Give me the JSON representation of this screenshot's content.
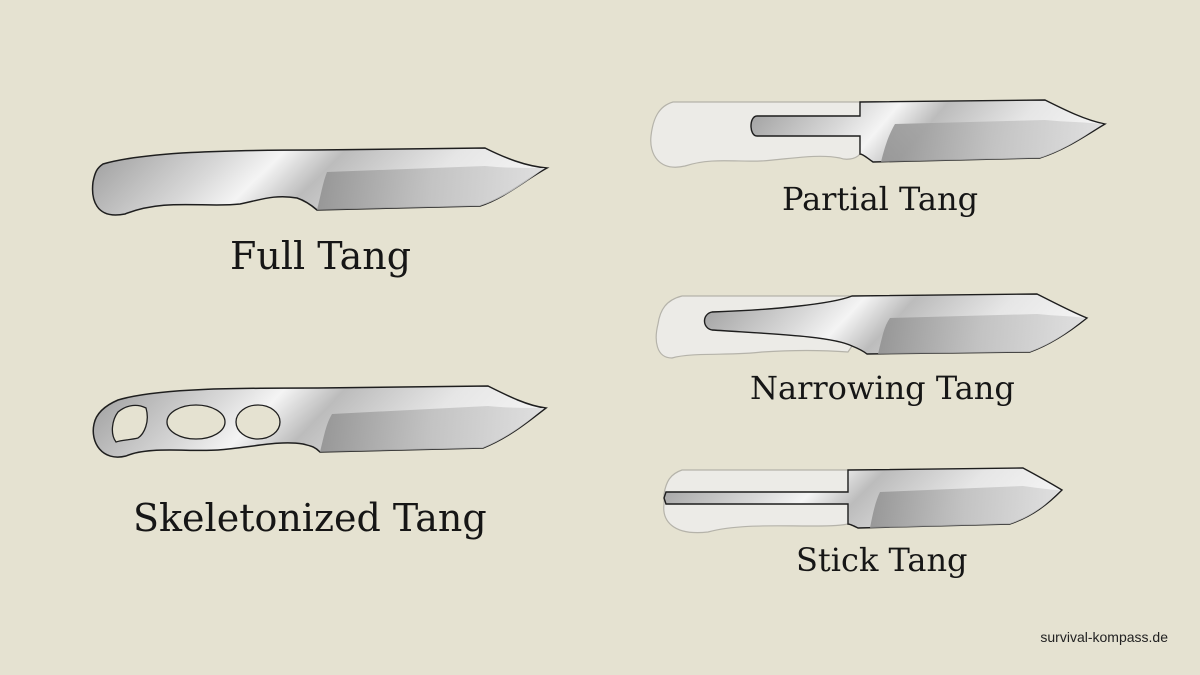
{
  "colors": {
    "background": "#e5e2d1",
    "handle": "#ecebe7",
    "steel_light": "#efefef",
    "steel_dark": "#9a9a9a",
    "outline": "#1e1e1e"
  },
  "knives": [
    {
      "id": "full-tang",
      "label": "Full Tang"
    },
    {
      "id": "partial-tang",
      "label": "Partial Tang"
    },
    {
      "id": "skeletonized-tang",
      "label": "Skeletonized Tang"
    },
    {
      "id": "narrowing-tang",
      "label": "Narrowing Tang"
    },
    {
      "id": "stick-tang",
      "label": "Stick Tang"
    }
  ],
  "footer": {
    "credit": "survival-kompass.de"
  }
}
